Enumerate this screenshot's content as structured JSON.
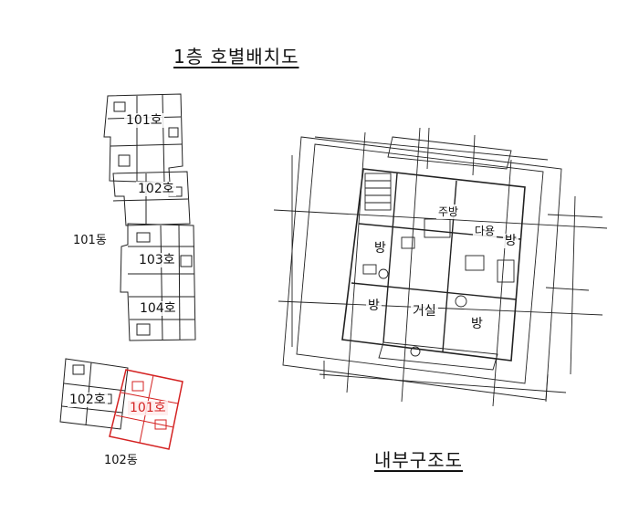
{
  "titles": {
    "floor_plan": "1층 호별배치도",
    "interior": "내부구조도"
  },
  "building_101": {
    "name": "101동",
    "units": [
      "101호",
      "102호",
      "103호",
      "104호"
    ]
  },
  "building_102": {
    "name": "102동",
    "units": [
      "102호",
      "101호"
    ],
    "highlight_color": "#d42222"
  },
  "rooms": {
    "kitchen": "주방",
    "room_top_left": "방",
    "balcony": "다용",
    "room_top_right": "방",
    "room_bottom_left": "방",
    "living": "거실",
    "room_bottom_right": "방"
  }
}
